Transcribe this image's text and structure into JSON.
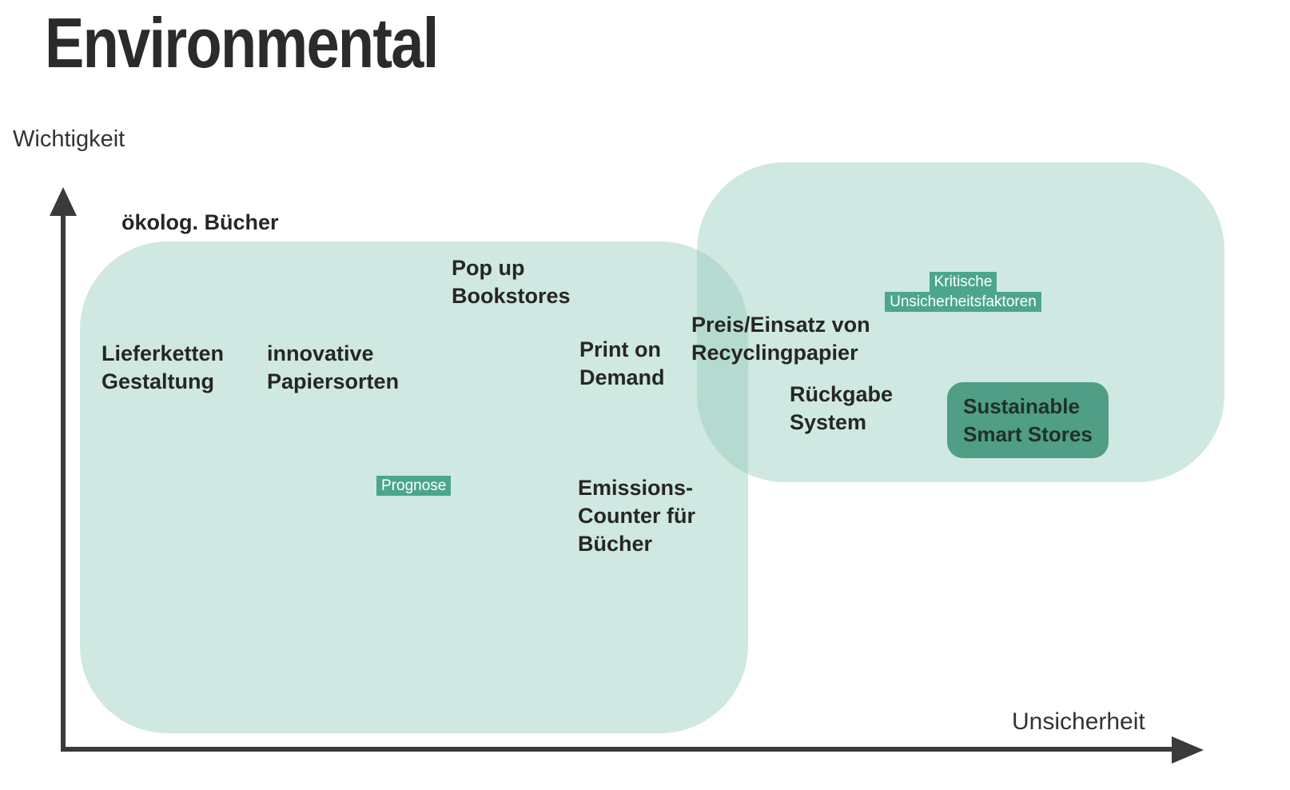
{
  "title": "Environmental",
  "axes": {
    "y_label": "Wichtigkeit",
    "x_label": "Unsicherheit"
  },
  "items": {
    "okolog_buecher": "ökolog. Bücher",
    "pop_up_bookstores": "Pop up\nBookstores",
    "lieferketten_gestaltung": "Lieferketten\nGestaltung",
    "innovative_papiersorten": "innovative\nPapiersorten",
    "print_on_demand": "Print on\nDemand",
    "preis_einsatz_recyclingpapier": "Preis/Einsatz von\nRecyclingpapier",
    "rueckgabe_system": "Rückgabe\nSystem",
    "emissions_counter": "Emissions-\nCounter für\nBücher"
  },
  "badges": {
    "kritische_unsicherheitsfaktoren": "Kritische\nUnsicherheitsfaktoren",
    "prognose": "Prognose"
  },
  "card": {
    "sustainable_smart_stores": "Sustainable\nSmart Stores"
  },
  "colors": {
    "region_fill": "#cfe8e1",
    "region_overlap": "#b5dcd1",
    "badge_background": "#4ca68c",
    "badge_text": "#ffffff",
    "card_background": "#4f9e85",
    "card_text": "#20312a",
    "label_text": "#262626",
    "axis": "#3a3a3a",
    "title_text": "#2b2b2b"
  }
}
